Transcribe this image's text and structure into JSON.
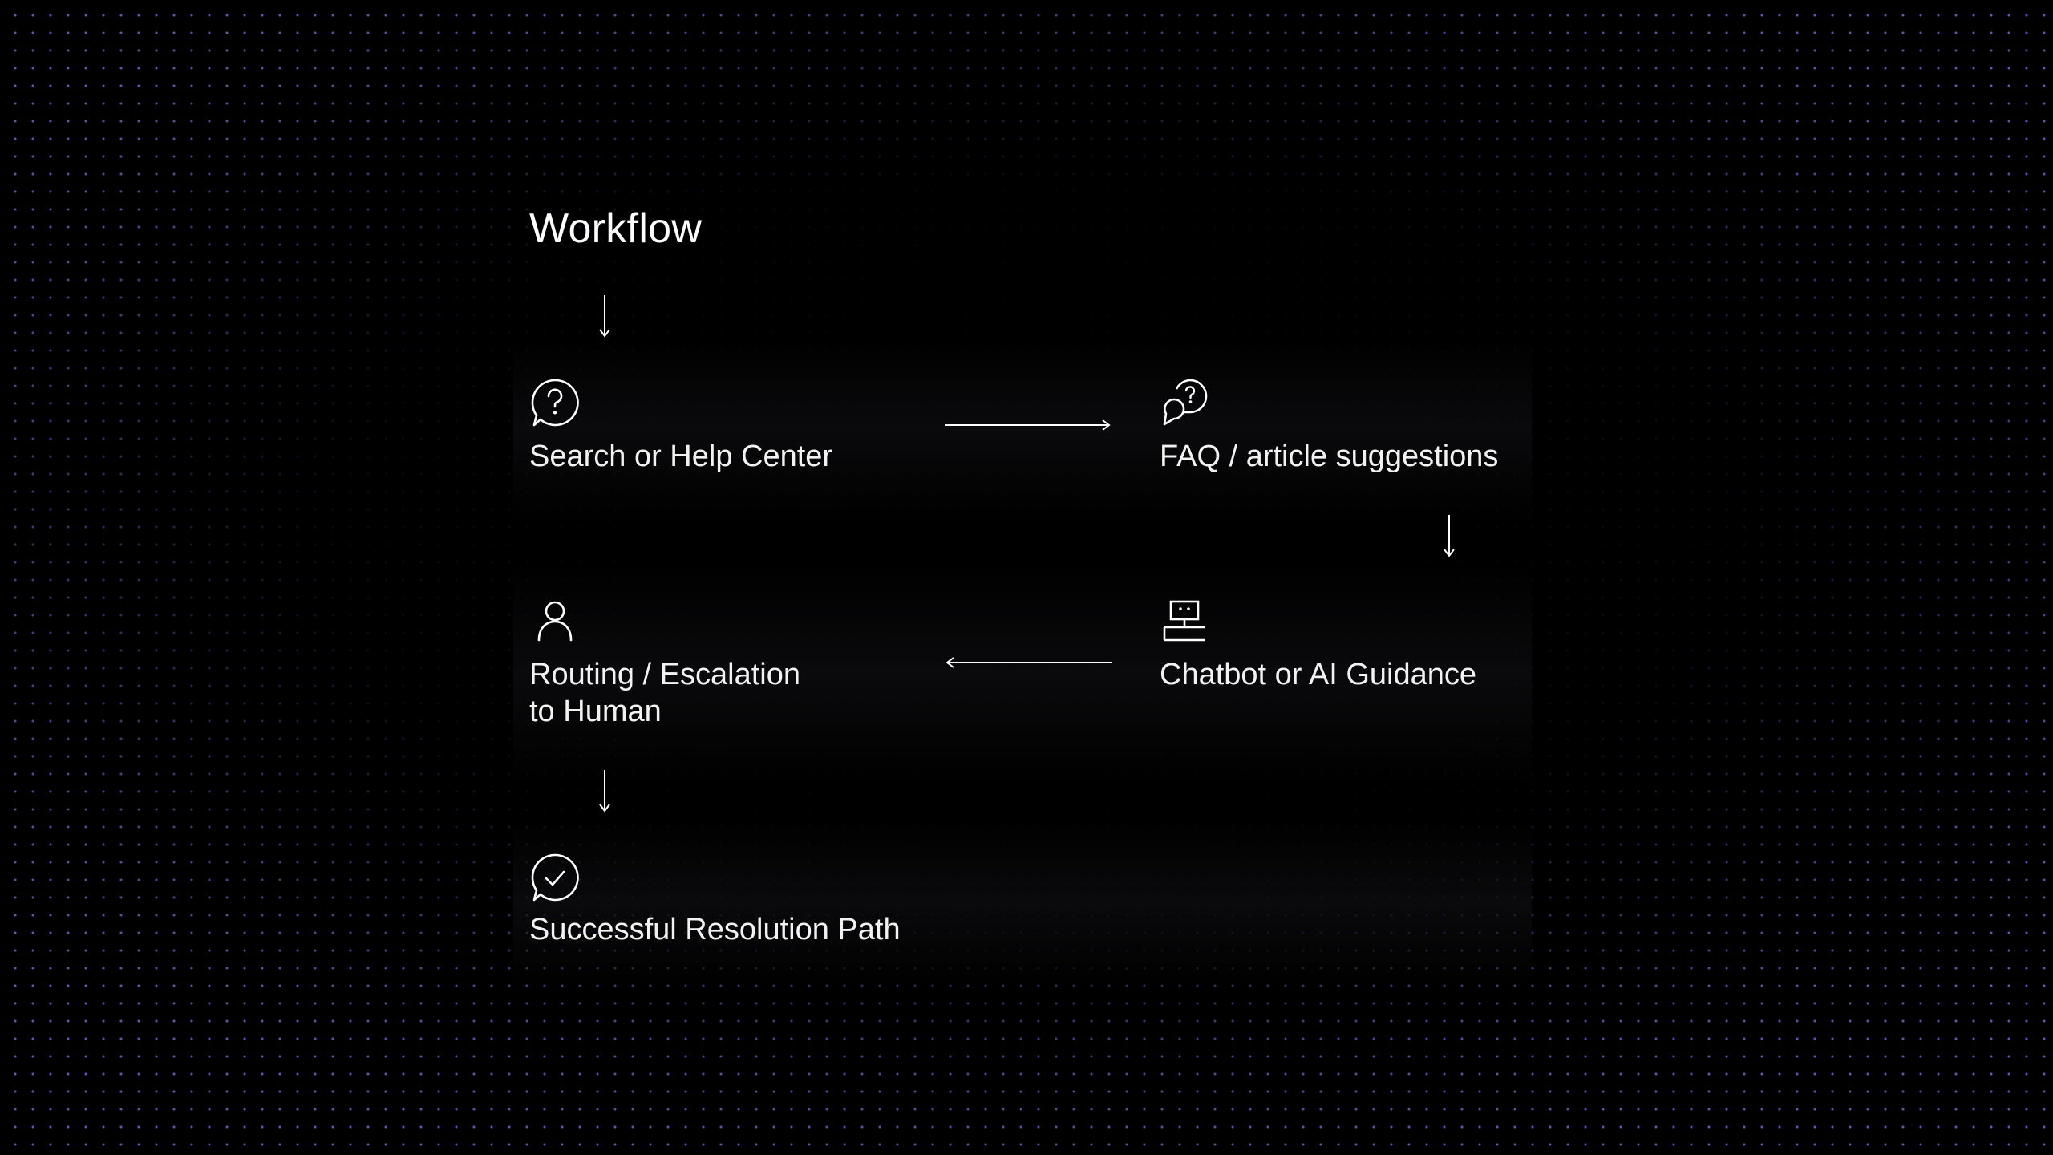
{
  "title": "Workflow",
  "nodes": {
    "search": {
      "label": "Search or Help Center",
      "icon": "question-bubble-icon"
    },
    "faq": {
      "label": "FAQ / article suggestions",
      "icon": "faq-chat-bubbles-icon"
    },
    "chatbot": {
      "label": "Chatbot or AI Guidance",
      "icon": "bot-terminal-icon"
    },
    "routing": {
      "label": "Routing / Escalation\nto Human",
      "icon": "person-icon"
    },
    "resolution": {
      "label": "Successful Resolution Path",
      "icon": "check-bubble-icon"
    }
  },
  "colors": {
    "background": "#000000",
    "dot_grid": "#8a78ff",
    "text": "#ffffff",
    "stroke": "#ffffff"
  }
}
